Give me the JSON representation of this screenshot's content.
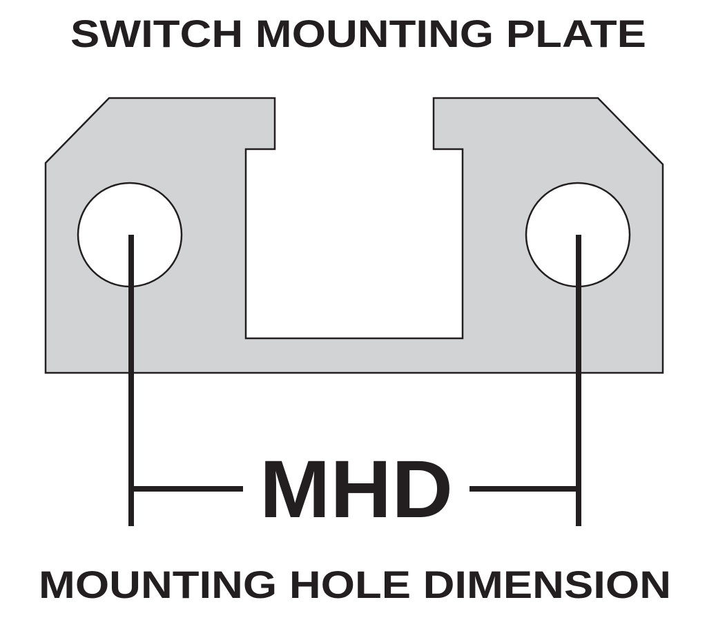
{
  "diagram": {
    "title": "SWITCH MOUNTING PLATE",
    "dimension_label": "MHD",
    "caption": "MOUNTING HOLE DIMENSION"
  },
  "colors": {
    "plate_fill": "#d1d3d4",
    "outline": "#231f20",
    "text": "#231f20",
    "background": "#ffffff"
  }
}
